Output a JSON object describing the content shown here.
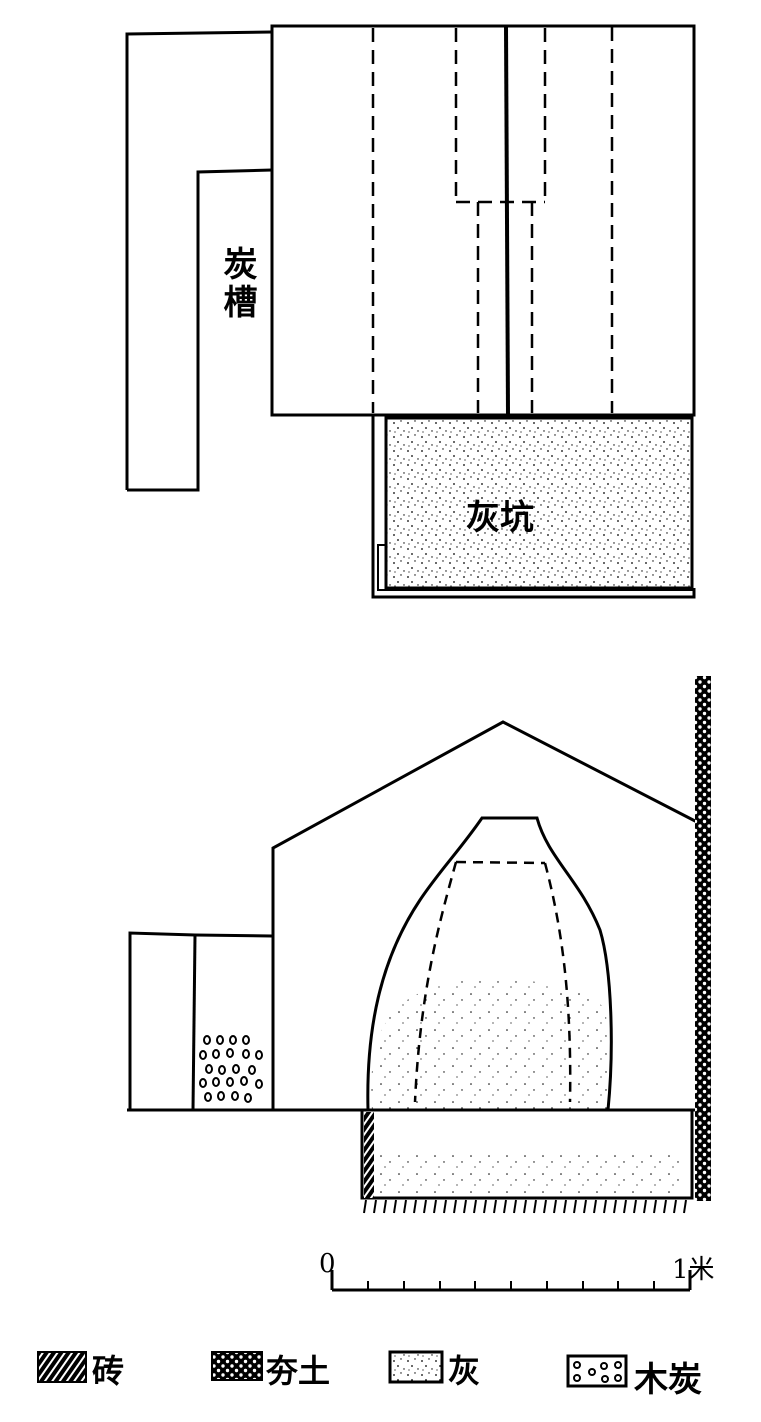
{
  "plan": {
    "label_charcoal_trough": "炭槽",
    "label_ash_pit": "灰坑"
  },
  "scale": {
    "start": "0",
    "end": "1米",
    "ticks": 10
  },
  "legend": [
    {
      "label": "砖",
      "pattern": "diagonal-hatch"
    },
    {
      "label": "夯土",
      "pattern": "crosshatch"
    },
    {
      "label": "灰",
      "pattern": "stipple"
    },
    {
      "label": "木炭",
      "pattern": "circles"
    }
  ],
  "colors": {
    "ink": "#000000",
    "paper": "#ffffff"
  }
}
